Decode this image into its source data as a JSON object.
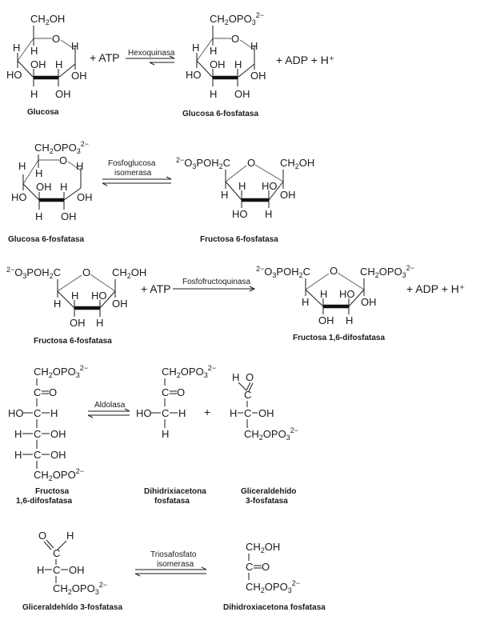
{
  "title": "Glucólisis — reacciones iniciales",
  "reactions": [
    {
      "id": "r1",
      "enzyme": [
        "Hexoquinasa"
      ],
      "arrow": "equilibrium-forward-favored",
      "left_extra": "+ ATP",
      "right_extra": "+ ADP + H⁺",
      "reactant": {
        "name": "Glucosa",
        "substituents": {
          "top": "CH2OH",
          "ring_o": "O"
        }
      },
      "product": {
        "name": "Glucosa 6-fosfatasa",
        "substituents": {
          "top": "CH2OPO3 2−",
          "ring_o": "O"
        }
      }
    },
    {
      "id": "r2",
      "enzyme": [
        "Fosfoglucosa",
        "isomerasa"
      ],
      "arrow": "equilibrium",
      "reactant": {
        "name": "Glucosa 6-fosfatasa"
      },
      "product": {
        "name": "Fructosa 6-fosfatasa",
        "left_group": "2−O3POH2C",
        "right_group": "CH2OH"
      }
    },
    {
      "id": "r3",
      "enzyme": [
        "Fosfofructoquinasa"
      ],
      "arrow": "forward",
      "left_extra": "+ ATP",
      "right_extra": "+ ADP + H⁺",
      "reactant": {
        "name": "Fructosa 6-fosfatasa"
      },
      "product": {
        "name": "Fructosa 1,6-difosfatasa",
        "left_group": "2−O3POH2C",
        "right_group": "CH2OPO3 2−"
      }
    },
    {
      "id": "r4",
      "enzyme": [
        "Aldolasa"
      ],
      "arrow": "equilibrium",
      "plus": "+",
      "reactant": {
        "name": [
          "Fructosa",
          "1,6-difosfatasa"
        ]
      },
      "products": [
        {
          "name": [
            "Dihidrixiacetona",
            "fosfatasa"
          ]
        },
        {
          "name": [
            "Gliceraldehído",
            "3-fosfatasa"
          ]
        }
      ]
    },
    {
      "id": "r5",
      "enzyme": [
        "Triosafosfato",
        "isomerasa"
      ],
      "arrow": "equilibrium",
      "reactant": {
        "name": "Gliceraldehído 3-fosfatasa"
      },
      "product": {
        "name": "Dihidroxiacetona fosfatasa"
      }
    }
  ],
  "atoms": {
    "H": "H",
    "OH": "OH",
    "HO": "HO",
    "O": "O",
    "C": "C",
    "CH": "CH",
    "two": "2",
    "three": "3",
    "charge": "2−",
    "OPO": "OPO",
    "POH": "POH",
    "O3": "O",
    "CO": "C═O",
    "plus": "+"
  },
  "extras": {
    "plus_atp": "+ ATP",
    "plus_adp_h": "+ ADP + H⁺",
    "plus": "+"
  }
}
